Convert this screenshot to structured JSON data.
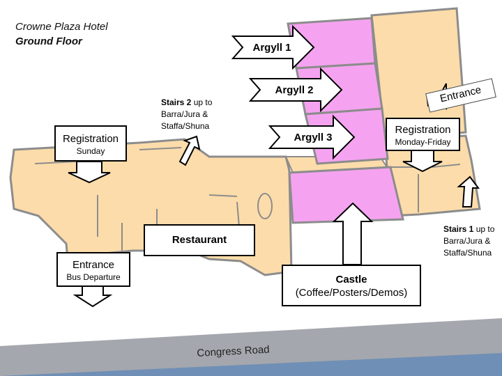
{
  "title": {
    "line1": "Crowne Plaza Hotel",
    "line2": "Ground Floor"
  },
  "rooms": {
    "argyll1": "Argyll 1",
    "argyll2": "Argyll 2",
    "argyll3": "Argyll 3",
    "restaurant": "Restaurant",
    "castle": "Castle",
    "castle_sub": "(Coffee/Posters/Demos)"
  },
  "registration_sunday": {
    "label": "Registration",
    "sub": "Sunday"
  },
  "registration_weekday": {
    "label": "Registration",
    "sub": "Monday-Friday"
  },
  "entrance_bus": {
    "label": "Entrance",
    "sub": "Bus Departure"
  },
  "entrance_right": "Entrance",
  "stairs2": {
    "bold": "Stairs 2",
    "rest1": " up to",
    "line2": "Barra/Jura &",
    "line3": "Staffa/Shuna"
  },
  "stairs1": {
    "bold": "Stairs 1",
    "rest1": " up to",
    "line2": "Barra/Jura &",
    "line3": "Staffa/Shuna"
  },
  "road": "Congress Road",
  "colors": {
    "floor": "#fcdcaa",
    "meeting_rooms": "#f5a3f0",
    "walls": "#8c8c8c",
    "road_gray": "#a4a7ad",
    "road_blue": "#6f8fb6"
  }
}
